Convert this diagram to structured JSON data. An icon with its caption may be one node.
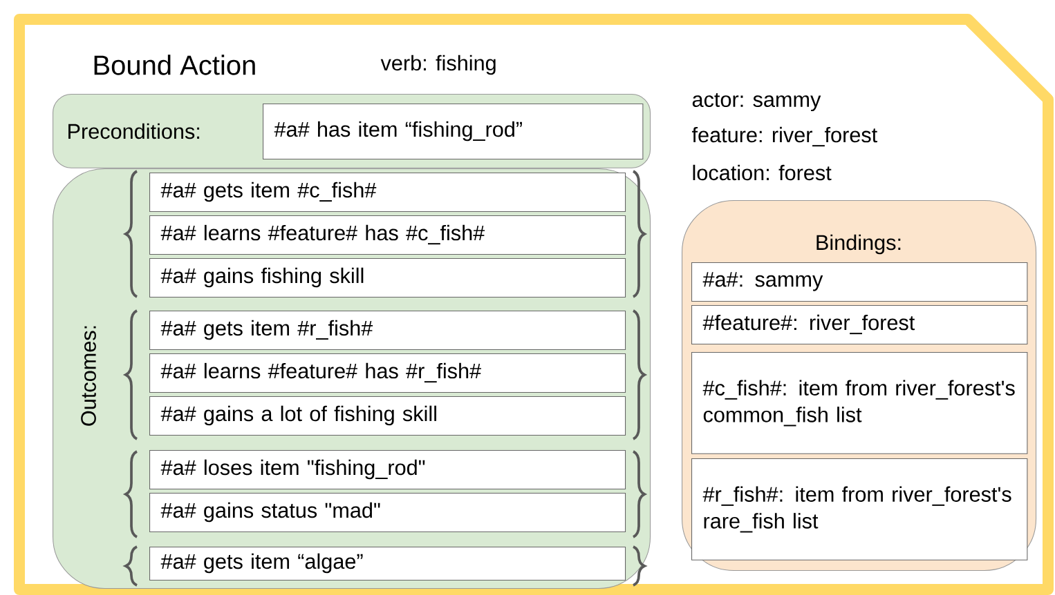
{
  "diagram": {
    "title": "Bound Action",
    "nodes": [
      {
        "text": [
          "Preconditions:"
        ]
      },
      {
        "text": [
          "#a# has item “fishing_rod”"
        ],
        "in": 0
      },
      {
        "text": [
          "Outcomes:"
        ]
      },
      {
        "text": [
          "#a# gets item #c_fish#"
        ],
        "in": 2
      },
      {
        "text": [
          "#a# learns #feature# has #c_fish#"
        ],
        "in": 2
      },
      {
        "text": [
          "#a# gains fishing skill"
        ],
        "in": 2
      },
      {
        "text": [
          "#a# gets item #r_fish#"
        ],
        "in": 2
      },
      {
        "text": [
          "#a# learns #feature# has #r_fish#"
        ],
        "in": 2
      },
      {
        "text": [
          "#a# gains a lot of fishing skill"
        ],
        "in": 2
      },
      {
        "text": [
          "#a# loses item \"fishing_rod\""
        ],
        "in": 2
      },
      {
        "text": [
          "#a# gains status \"mad\""
        ],
        "in": 2
      },
      {
        "text": [
          "#a# gets item “algae”"
        ],
        "in": 2
      },
      {
        "text": [
          "Bindings:"
        ]
      },
      {
        "text": [
          "#a#: sammy"
        ],
        "in": 12
      },
      {
        "text": [
          "#feature#: river_forest"
        ],
        "in": 12
      },
      {
        "text": [
          "#c_fish#: item from river_forest's common_fish list"
        ],
        "in": 12
      },
      {
        "text": [
          "#r_fish#: item from river_forest's rare_fish list"
        ],
        "in": 12
      }
    ],
    "labels": [
      "verb: fishing",
      "actor: sammy",
      "feature: river_forest",
      "location: forest"
    ]
  }
}
